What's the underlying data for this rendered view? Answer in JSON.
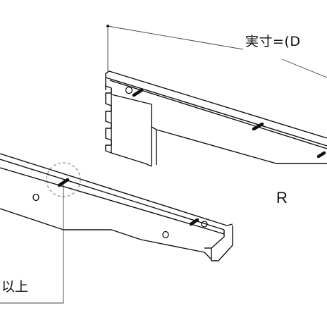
{
  "labels": {
    "dimension": "実寸=(D",
    "side": "R",
    "note": "以上"
  },
  "colors": {
    "line": "#111111",
    "leader": "#444444",
    "highlight_circle": "#888888",
    "background": "#ffffff"
  }
}
